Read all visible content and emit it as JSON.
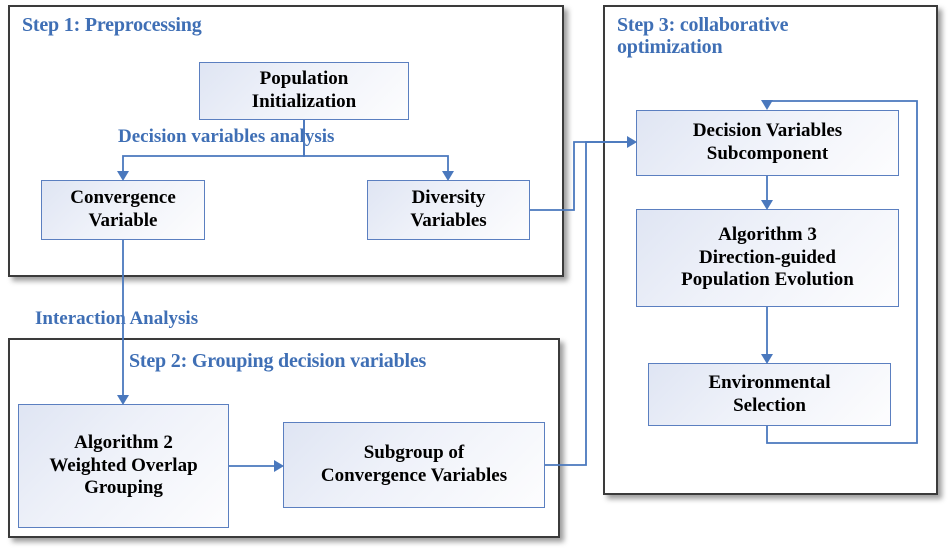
{
  "figure": {
    "type": "flowchart",
    "accent_color": "#3f6fb5",
    "connector_color": "#4a78bd",
    "node_border_color": "#5b7fc0",
    "container_border_color": "#3b3b3b"
  },
  "steps": [
    {
      "id": "step1",
      "title": "Step 1: Preprocessing",
      "nodes": [
        {
          "id": "population-initialization",
          "label": "Population\nInitialization"
        },
        {
          "id": "convergence-variable",
          "label": "Convergence\nVariable"
        },
        {
          "id": "diversity-variables",
          "label": "Diversity\nVariables"
        }
      ]
    },
    {
      "id": "step2",
      "title": "Step 2: Grouping decision variables",
      "nodes": [
        {
          "id": "algorithm-2",
          "label": "Algorithm 2\nWeighted Overlap\nGrouping"
        },
        {
          "id": "subgroup-convergence-variables",
          "label": "Subgroup of\nConvergence Variables"
        }
      ]
    },
    {
      "id": "step3",
      "title": "Step 3: collaborative\noptimization",
      "nodes": [
        {
          "id": "decision-variables-subcomponent",
          "label": "Decision Variables\nSubcomponent"
        },
        {
          "id": "algorithm-3",
          "label": "Algorithm 3\nDirection-guided\nPopulation Evolution"
        },
        {
          "id": "environmental-selection",
          "label": "Environmental\nSelection"
        }
      ]
    }
  ],
  "edge_labels": [
    {
      "id": "decision-variables-analysis",
      "label": "Decision variables analysis"
    },
    {
      "id": "interaction-analysis",
      "label": "Interaction Analysis"
    }
  ],
  "connections": [
    {
      "from": "population-initialization",
      "to": "convergence-variable"
    },
    {
      "from": "population-initialization",
      "to": "diversity-variables"
    },
    {
      "from": "convergence-variable",
      "to": "algorithm-2"
    },
    {
      "from": "algorithm-2",
      "to": "subgroup-convergence-variables"
    },
    {
      "from": "diversity-variables",
      "to": "decision-variables-subcomponent"
    },
    {
      "from": "subgroup-convergence-variables",
      "to": "decision-variables-subcomponent"
    },
    {
      "from": "decision-variables-subcomponent",
      "to": "algorithm-3"
    },
    {
      "from": "algorithm-3",
      "to": "environmental-selection"
    },
    {
      "from": "environmental-selection",
      "to": "decision-variables-subcomponent"
    }
  ]
}
